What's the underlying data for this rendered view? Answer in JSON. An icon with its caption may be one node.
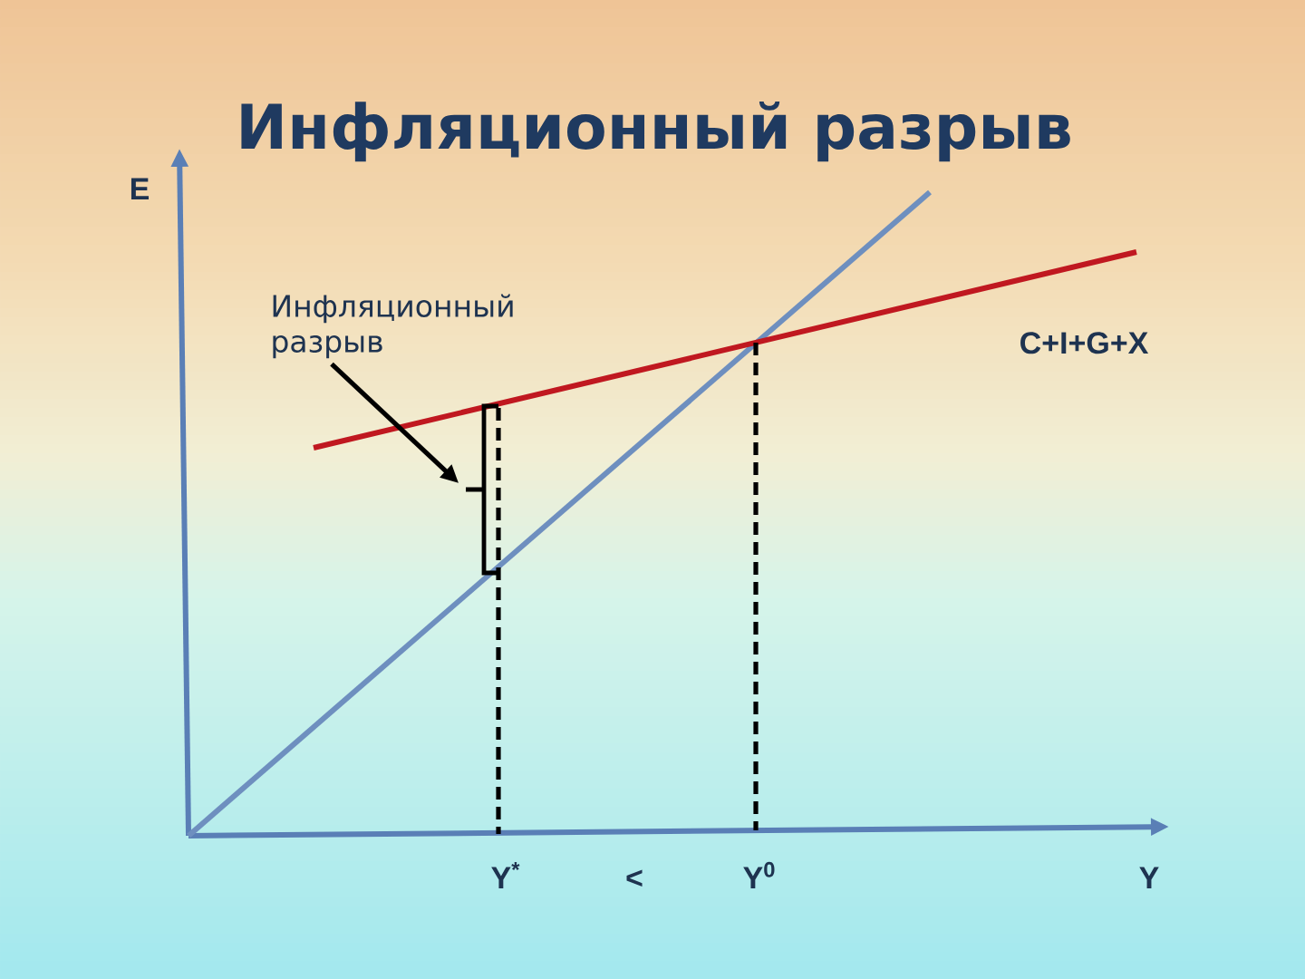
{
  "diagram": {
    "title": "Инфляционный разрыв",
    "nodes": [
      {
        "text": [
          "Инфляционный разрыв"
        ]
      },
      {
        "text": [],
        "shape": "brace"
      }
    ],
    "edges": [
      {
        "from": 0,
        "to": 1,
        "arrow": "to"
      }
    ],
    "labels": [
      "E",
      "C+I+G+X",
      "Y$^{*}$",
      "<",
      "Y$^{0}$",
      "Y"
    ]
  }
}
